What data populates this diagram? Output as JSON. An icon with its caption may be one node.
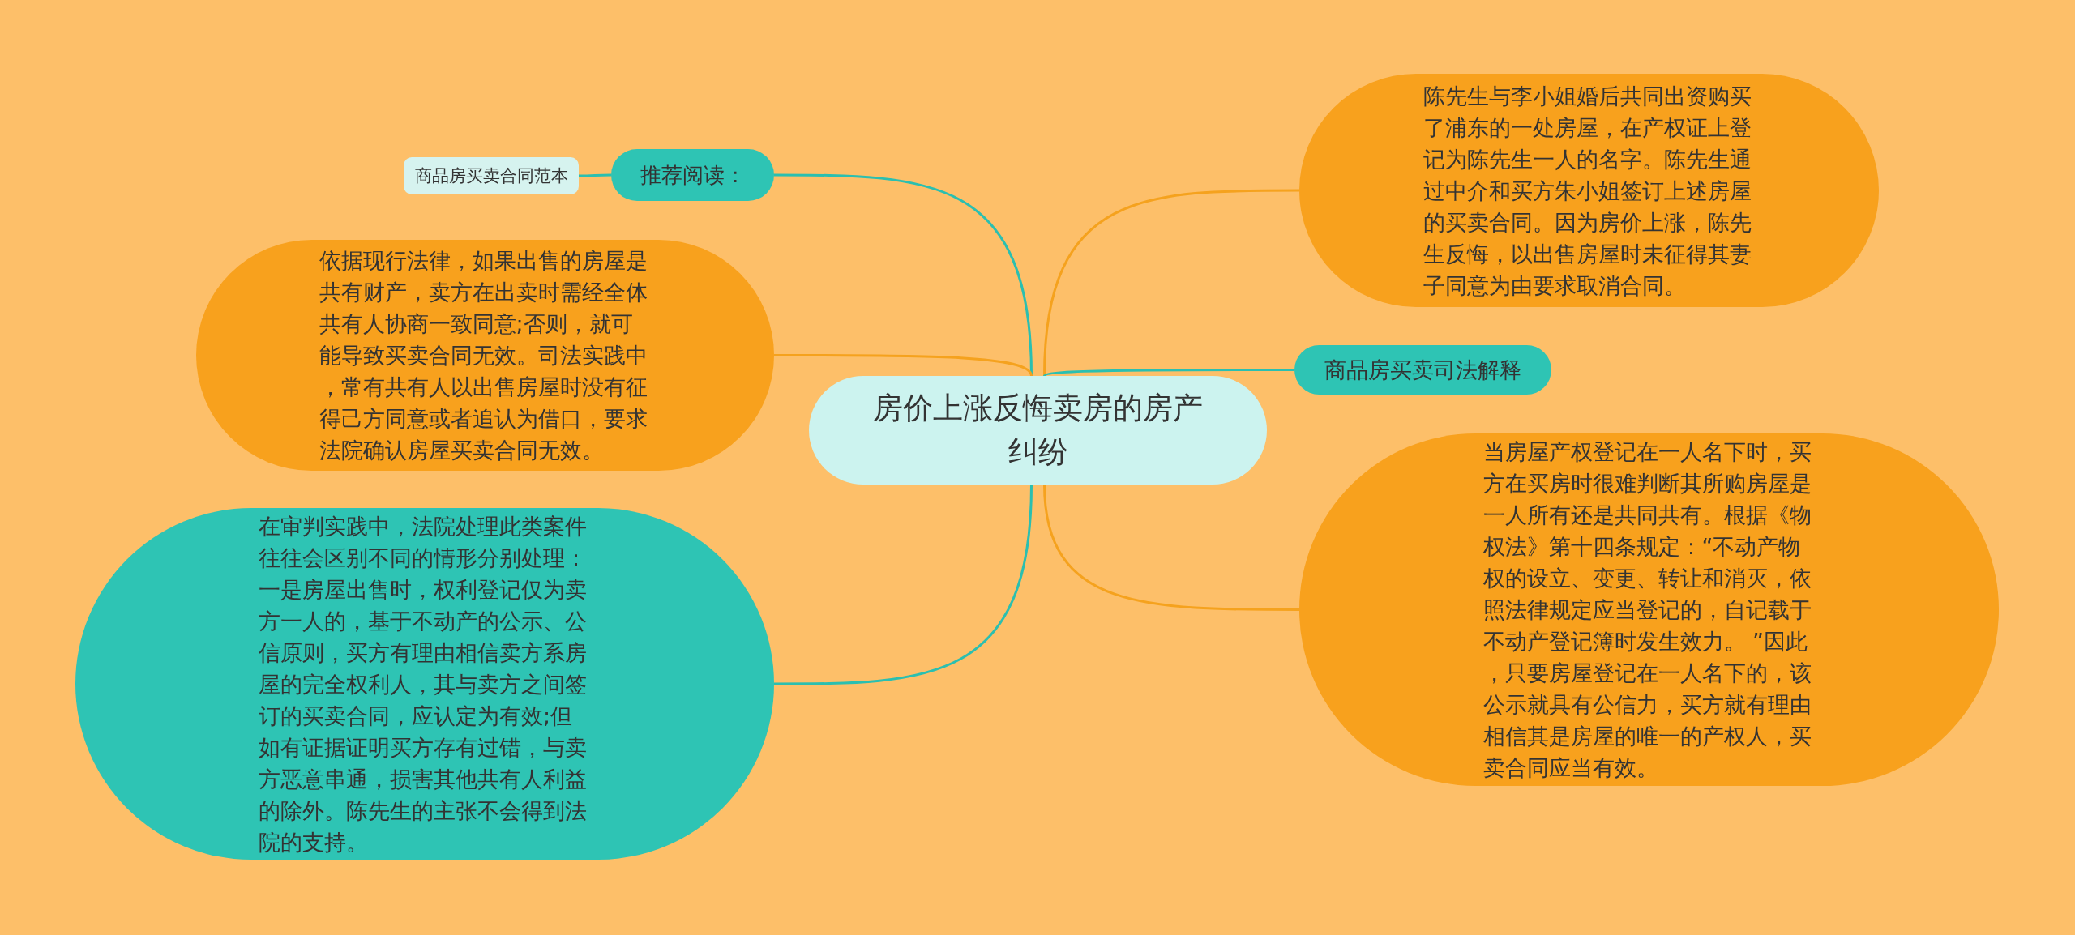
{
  "diagram": {
    "nodes": [
      {
        "text": [
          "房价上涨反悔卖房的房产纠纷"
        ]
      },
      {
        "text": [
          "推荐阅读："
        ]
      },
      {
        "text": [
          "商品房买卖合同范本"
        ]
      },
      {
        "text": [
          "依据现行法律，如果出售的房屋是共有财产，卖方在出卖时需经全体共有人协商一致同意;否则，就可能导致买卖合同无效。司法实践中，常有共有人以出售房屋时没有征得己方同意或者追认为借口，要求法院确认房屋买卖合同无效。"
        ]
      },
      {
        "text": [
          "在审判实践中，法院处理此类案件往往会区别不同的情形分别处理：一是房屋出售时，权利登记仅为卖方一人的，基于不动产的公示、公信原则，买方有理由相信卖方系房屋的完全权利人，其与卖方之间签订的买卖合同，应认定为有效;但如有证据证明买方存有过错，与卖方恶意串通，损害其他共有人利益的除外。陈先生的主张不会得到法院的支持。"
        ]
      },
      {
        "text": [
          "陈先生与李小姐婚后共同出资购买了浦东的一处房屋，在产权证上登记为陈先生一人的名字。陈先生通过中介和买方朱小姐签订上述房屋的买卖合同。因为房价上涨，陈先生反悔，以出售房屋时未征得其妻子同意为由要求取消合同。"
        ]
      },
      {
        "text": [
          "商品房买卖司法解释"
        ]
      },
      {
        "text": [
          "当房屋产权登记在一人名下时，买方在买房时很难判断其所购房屋是一人所有还是共同共有。根据《物权法》第十四条规定：“不动产物权的设立、变更、转让和消灭，依照法律规定应当登记的，自记载于不动产登记簿时发生效力。 ”因此，只要房屋登记在一人名下的，该公示就具有公信力，买方就有理由相信其是房屋的唯一的产权人，买卖合同应当有效。"
        ]
      }
    ],
    "edges": [
      {
        "from": 0,
        "to": 1,
        "arrow": "none"
      },
      {
        "from": 1,
        "to": 2,
        "arrow": "none"
      },
      {
        "from": 0,
        "to": 3,
        "arrow": "none",
        "color": "#f5a21e"
      },
      {
        "from": 0,
        "to": 4,
        "arrow": "none"
      },
      {
        "from": 0,
        "to": 5,
        "arrow": "none",
        "color": "#f5a21e"
      },
      {
        "from": 0,
        "to": 6,
        "arrow": "none"
      },
      {
        "from": 0,
        "to": 7,
        "arrow": "none",
        "color": "#f5a21e"
      }
    ]
  }
}
